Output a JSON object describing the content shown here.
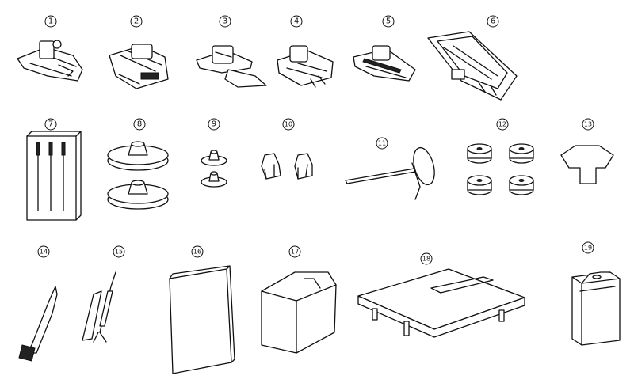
{
  "accessories": [
    {
      "id": "presser-foot-zigzag",
      "number": "1"
    },
    {
      "id": "presser-foot-satin",
      "number": "2"
    },
    {
      "id": "presser-foot-zipper",
      "number": "3"
    },
    {
      "id": "presser-foot-button",
      "number": "4"
    },
    {
      "id": "presser-foot-blind-hem",
      "number": "5"
    },
    {
      "id": "presser-foot-buttonhole",
      "number": "6"
    },
    {
      "id": "needle-pack",
      "number": "7"
    },
    {
      "id": "spool-caps-large",
      "number": "8"
    },
    {
      "id": "spool-caps-small",
      "number": "9"
    },
    {
      "id": "spool-pins",
      "number": "10"
    },
    {
      "id": "extra-spool-pin",
      "number": "11"
    },
    {
      "id": "bobbins",
      "number": "12"
    },
    {
      "id": "screwdriver-disc",
      "number": "13"
    },
    {
      "id": "lint-brush",
      "number": "14"
    },
    {
      "id": "seam-ripper",
      "number": "15"
    },
    {
      "id": "instruction-manual",
      "number": "16"
    },
    {
      "id": "dust-cover",
      "number": "17"
    },
    {
      "id": "extension-table",
      "number": "18"
    },
    {
      "id": "accessory-pack",
      "number": "19"
    }
  ]
}
